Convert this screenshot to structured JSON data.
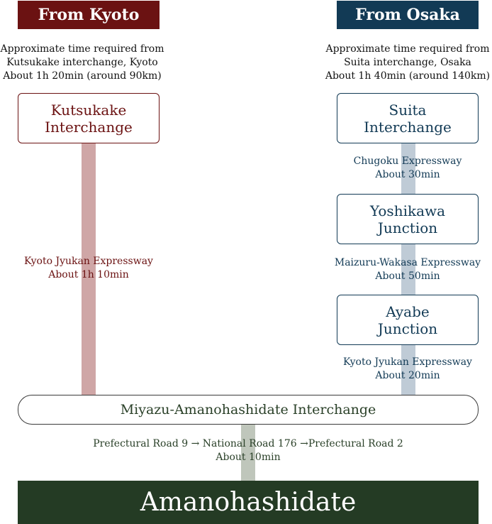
{
  "colors": {
    "kyoto": "#6b1212",
    "osaka": "#123a55",
    "kyoto_bar": "#cfa6a6",
    "osaka_bar": "#bfcbd6",
    "final_bar": "#bfc6bb",
    "destination": "#243b24"
  },
  "kyoto": {
    "header": "From Kyoto",
    "note": [
      "Approximate time required from",
      "Kutsukake interchange, Kyoto",
      "About 1h 20min (around 90km)"
    ],
    "start": [
      "Kutsukake",
      "Interchange"
    ],
    "segment": [
      "Kyoto Jyukan Expressway",
      "About 1h 10min"
    ]
  },
  "osaka": {
    "header": "From Osaka",
    "note": [
      "Approximate time required from",
      "Suita interchange, Osaka",
      "About 1h 40min (around 140km)"
    ],
    "start": [
      "Suita",
      "Interchange"
    ],
    "segment1": [
      "Chugoku Expressway",
      "About 30min"
    ],
    "node2": [
      "Yoshikawa",
      "Junction"
    ],
    "segment2": [
      "Maizuru-Wakasa Expressway",
      "About 50min"
    ],
    "node3": [
      "Ayabe",
      "Junction"
    ],
    "segment3": [
      "Kyoto Jyukan Expressway",
      "About 20min"
    ]
  },
  "interchange": "Miyazu-Amanohashidate Interchange",
  "final_segment": [
    "Prefectural Road 9 → National Road 176 →Prefectural Road 2",
    "About 10min"
  ],
  "destination": "Amanohashidate"
}
